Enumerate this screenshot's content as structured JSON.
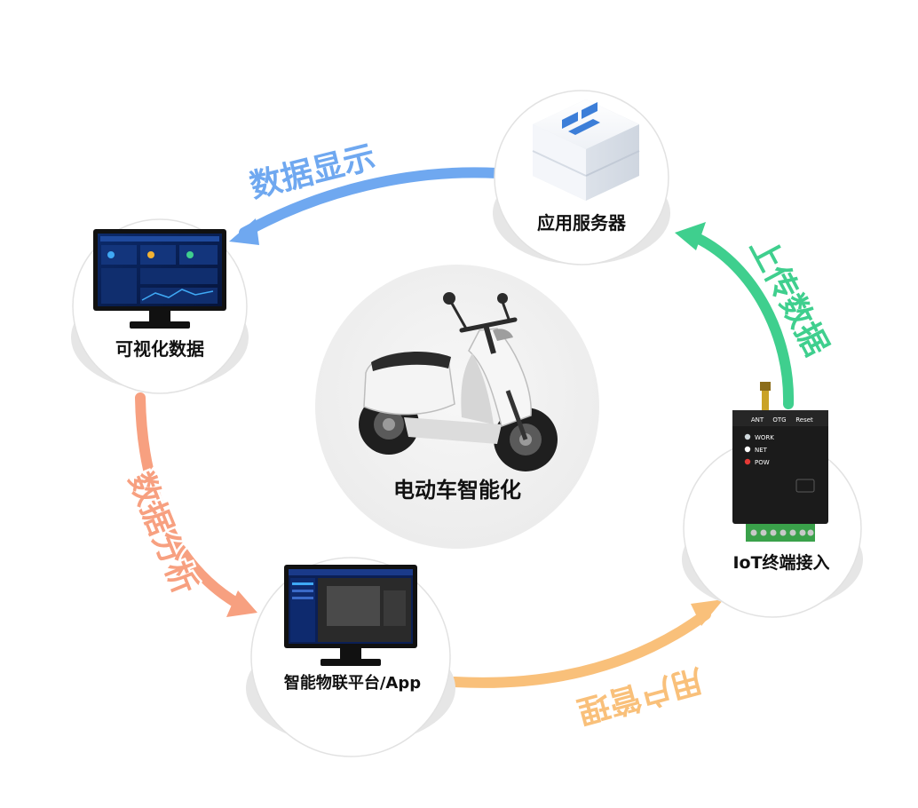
{
  "center": {
    "label": "电动车智能化"
  },
  "nodes": {
    "server": {
      "label": "应用服务器"
    },
    "visual": {
      "label": "可视化数据"
    },
    "platform": {
      "label": "智能物联平台/App"
    },
    "iot": {
      "label": "IoT终端接入"
    }
  },
  "device": {
    "top_labels": [
      "ANT",
      "OTG",
      "Reset"
    ],
    "leds": [
      {
        "name": "WORK",
        "color": "#cfd8dc"
      },
      {
        "name": "NET",
        "color": "#ffffff"
      },
      {
        "name": "POW",
        "color": "#e53935"
      }
    ]
  },
  "arrows": {
    "data_display": {
      "label": "数据显示",
      "color": "#6fa8f0"
    },
    "upload_data": {
      "label": "上传数据",
      "color": "#3fcf8e"
    },
    "data_analysis": {
      "label": "数据分析",
      "color": "#f7a080"
    },
    "user_management": {
      "label": "用户管理",
      "color": "#f9c07a"
    }
  }
}
